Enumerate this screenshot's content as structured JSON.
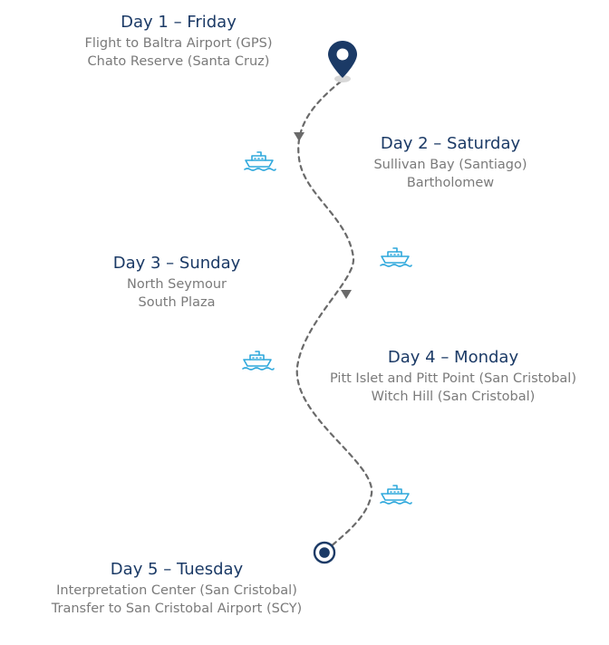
{
  "colors": {
    "title": "#1b3a66",
    "text": "#7a7a7a",
    "route": "#6a6a6a",
    "ship": "#2fa8dc",
    "marker": "#1b3a66"
  },
  "icons": {
    "start": "map-pin-icon",
    "ship": "ship-icon",
    "end": "target-icon"
  },
  "days": [
    {
      "title": "Day 1 – Friday",
      "lines": [
        "Flight to Baltra Airport (GPS)",
        "Chato Reserve (Santa Cruz)"
      ]
    },
    {
      "title": "Day 2 – Saturday",
      "lines": [
        "Sullivan Bay (Santiago)",
        "Bartholomew"
      ]
    },
    {
      "title": "Day 3 – Sunday",
      "lines": [
        "North Seymour",
        "South Plaza"
      ]
    },
    {
      "title": "Day 4 – Monday",
      "lines": [
        "Pitt Islet and Pitt Point (San Cristobal)",
        "Witch Hill (San Cristobal)"
      ]
    },
    {
      "title": "Day 5 – Tuesday",
      "lines": [
        "Interpretation Center (San Cristobal)",
        "Transfer to San Cristobal Airport (SCY)"
      ]
    }
  ]
}
